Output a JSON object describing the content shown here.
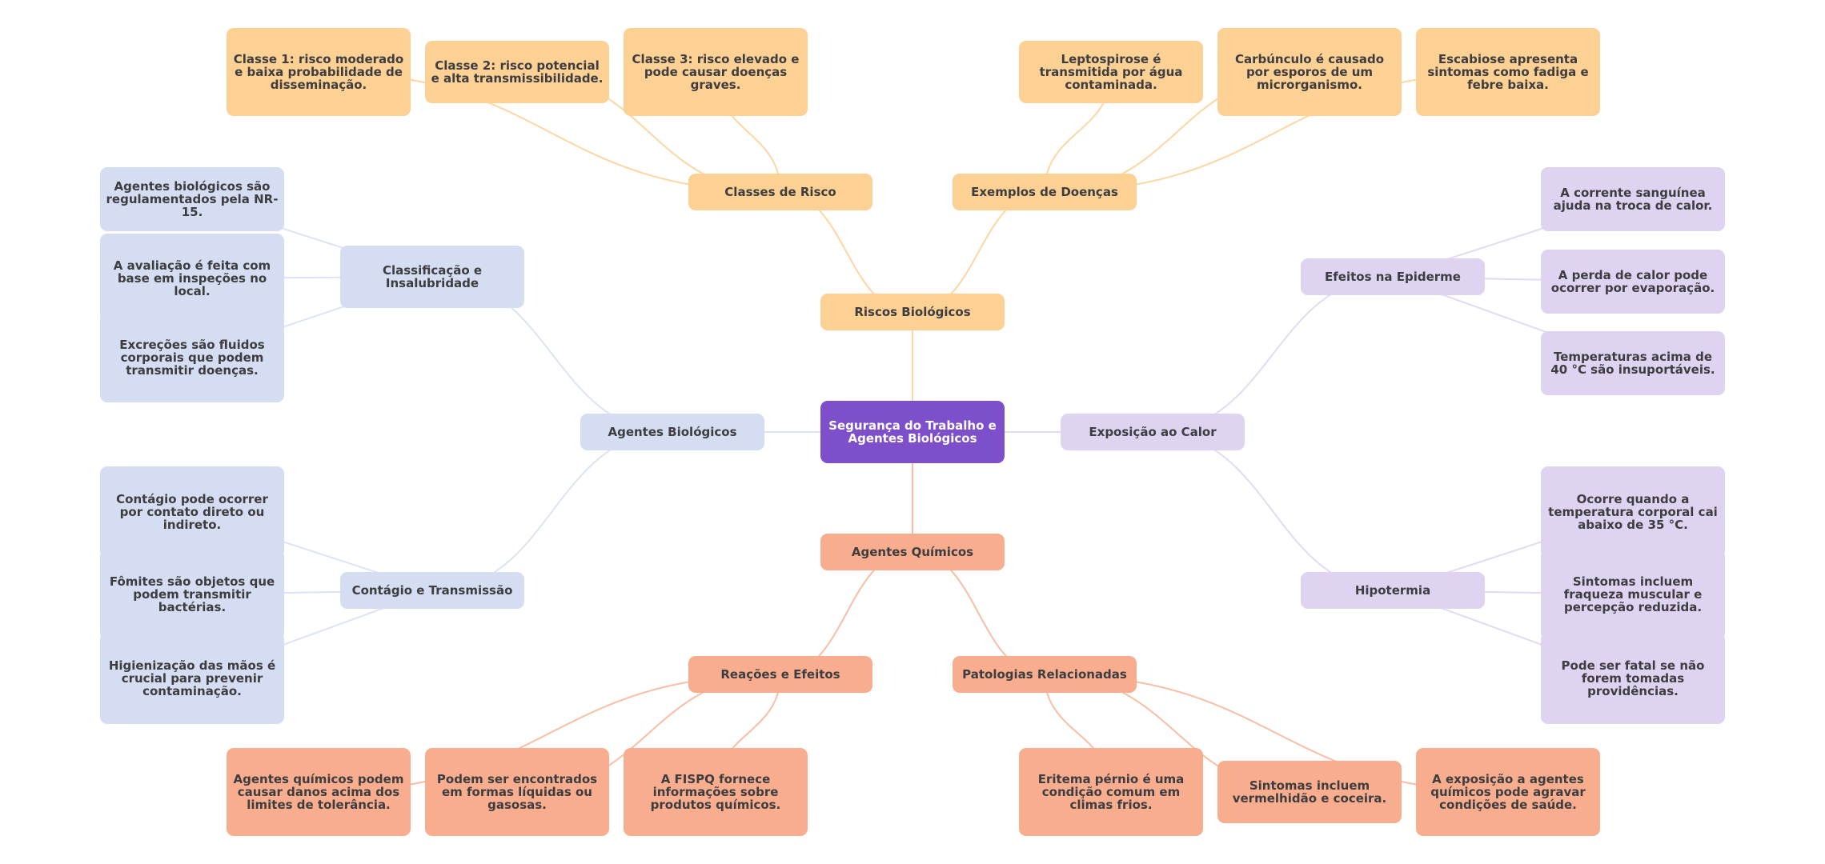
{
  "title": "Segurança do Trabalho e Agentes Biológicos",
  "colors": {
    "root": "#7e4fcb",
    "riscos": "#fdd094",
    "quimicos": "#f9ad8f",
    "biologicos": "#d4ddf1",
    "calor": "#ded3f0",
    "link_riscos": "#fdd6a4",
    "link_quimicos": "#f9bda4",
    "link_biologicos": "#dbe3f4",
    "link_calor": "#e3daf3"
  },
  "branches": {
    "riscos": {
      "label": "Riscos Biológicos",
      "children": [
        {
          "label": "Classes de Risco",
          "leaves": [
            "Classe 1: risco moderado e baixa probabilidade de disseminação.",
            "Classe 2: risco potencial e alta transmissibilidade.",
            "Classe 3: risco elevado e pode causar doenças graves."
          ]
        },
        {
          "label": "Exemplos de Doenças",
          "leaves": [
            "Leptospirose é transmitida por água contaminada.",
            "Carbúnculo é causado por esporos de um microrganismo.",
            "Escabiose apresenta sintomas como fadiga e febre baixa."
          ]
        }
      ]
    },
    "biologicos": {
      "label": "Agentes Biológicos",
      "children": [
        {
          "label": "Classificação e Insalubridade",
          "leaves": [
            "Agentes biológicos são regulamentados pela NR-15.",
            "A avaliação é feita com base em inspeções no local.",
            "Excreções são fluidos corporais que podem transmitir doenças."
          ]
        },
        {
          "label": "Contágio e Transmissão",
          "leaves": [
            "Contágio pode ocorrer por contato direto ou indireto.",
            "Fômites são objetos que podem transmitir bactérias.",
            "Higienização das mãos é crucial para prevenir contaminação."
          ]
        }
      ]
    },
    "calor": {
      "label": "Exposição ao Calor",
      "children": [
        {
          "label": "Efeitos na Epiderme",
          "leaves": [
            "A corrente sanguínea ajuda na troca de calor.",
            "A perda de calor pode ocorrer por evaporação.",
            "Temperaturas acima de 40 °C são insuportáveis."
          ]
        },
        {
          "label": "Hipotermia",
          "leaves": [
            "Ocorre quando a temperatura corporal cai abaixo de 35 °C.",
            "Sintomas incluem fraqueza muscular e percepção reduzida.",
            "Pode ser fatal se não forem tomadas providências."
          ]
        }
      ]
    },
    "quimicos": {
      "label": "Agentes Químicos",
      "children": [
        {
          "label": "Reações e Efeitos",
          "leaves": [
            "Agentes químicos podem causar danos acima dos limites de tolerância.",
            "Podem ser encontrados em formas líquidas ou gasosas.",
            "A FISPQ fornece informações sobre produtos químicos."
          ]
        },
        {
          "label": "Patologias Relacionadas",
          "leaves": [
            "Eritema pérnio é uma condição comum em climas frios.",
            "Sintomas incluem vermelhidão e coceira.",
            "A exposição a agentes químicos pode agravar condições de saúde."
          ]
        }
      ]
    }
  }
}
